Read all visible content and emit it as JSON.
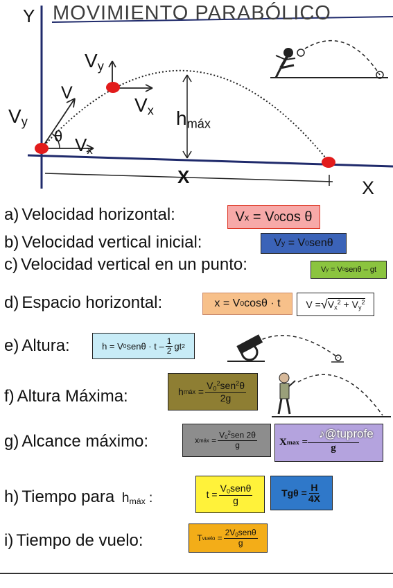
{
  "title": "MOVIMIENTO PARABÓLICO",
  "axes": {
    "y": "Y",
    "x": "X",
    "distance": "X"
  },
  "vec": {
    "vy": "V",
    "vy_sub": "y",
    "vx": "V",
    "vx_sub": "x",
    "v": "V",
    "theta": "θ",
    "h": "h",
    "h_sub": "máx"
  },
  "items": [
    {
      "letter": "a)",
      "label": "Velocidad horizontal:"
    },
    {
      "letter": "b)",
      "label": "Velocidad vertical inicial:"
    },
    {
      "letter": "c)",
      "label": "Velocidad vertical en un punto:"
    },
    {
      "letter": "d)",
      "label": "Espacio horizontal:"
    },
    {
      "letter": "e)",
      "label": "Altura:"
    },
    {
      "letter": "f)",
      "label": "Altura Máxima:"
    },
    {
      "letter": "g)",
      "label": "Alcance máximo:"
    },
    {
      "letter": "h)",
      "label": "Tiempo para"
    },
    {
      "letter": "i)",
      "label": "Tiempo de vuelo:"
    }
  ],
  "hmax_label": {
    "h": "h",
    "sub": "máx",
    "colon": ":"
  },
  "f": {
    "a": {
      "lhs": "V",
      "lhs_sub": "x",
      "rhs": "= V",
      "rhs_sub": "0",
      "tail": " cos θ"
    },
    "b": {
      "lhs": "V",
      "lhs_sub": "y",
      "rhs": "= V",
      "rhs_sub": "0",
      "tail": "senθ"
    },
    "c": {
      "lhs": "V",
      "lhs_sub": "y",
      "rhs": "= V",
      "rhs_sub": "0",
      "tail": "senθ – gt"
    },
    "d1": {
      "pre": "x = V",
      "sub": "0",
      "tail": " cosθ · t"
    },
    "d2": {
      "pre": "V = ",
      "root": "√",
      "r1": "V",
      "r1s": "x",
      "r2": " + V",
      "r2s": "y",
      "exp": "2"
    },
    "e": {
      "pre": "h = V",
      "sub": "0",
      "mid": "senθ · t –",
      "num": "1",
      "den": "2",
      "tail": "gt",
      "exp": "2"
    },
    "fmax": {
      "lhs": "h",
      "lhs_sub": "máx",
      "eq": "=",
      "num_a": "V",
      "num_s": "0",
      "num_e": "2",
      "num_b": "sen",
      "num_e2": "2",
      "num_c": "θ",
      "den": "2g"
    },
    "g1": {
      "lhs": "x",
      "lhs_sub": "máx",
      "eq": "=",
      "num_a": "V",
      "num_s": "0",
      "num_e": "2",
      "num_b": "sen 2θ",
      "den": "g"
    },
    "g2": {
      "lhs": "X",
      "lhs_sub": "max",
      "eq": "=",
      "den": "g"
    },
    "h1": {
      "lhs": "t =",
      "num": "V",
      "num_s": "0",
      "num_b": "senθ",
      "den": "g"
    },
    "h2": {
      "lhs": "Tgθ =",
      "num": "H",
      "den": "4X"
    },
    "i": {
      "lhs": "T",
      "lhs_sub": "vuelo",
      "eq": "=",
      "num": "2V",
      "num_s": "0",
      "num_b": "senθ",
      "den": "g"
    }
  },
  "watermark": "♪@tuprofe",
  "colors": {
    "a": "#f7a9a8",
    "b": "#3b63b8",
    "c": "#8bc43f",
    "d": "#f7c08a",
    "e": "#c8ecf7",
    "f": "#8e7e33",
    "g1": "#8d8d8d",
    "g2": "#b4a3de",
    "h1": "#fff23a",
    "h2": "#2f78c9",
    "i": "#f3ad18"
  }
}
